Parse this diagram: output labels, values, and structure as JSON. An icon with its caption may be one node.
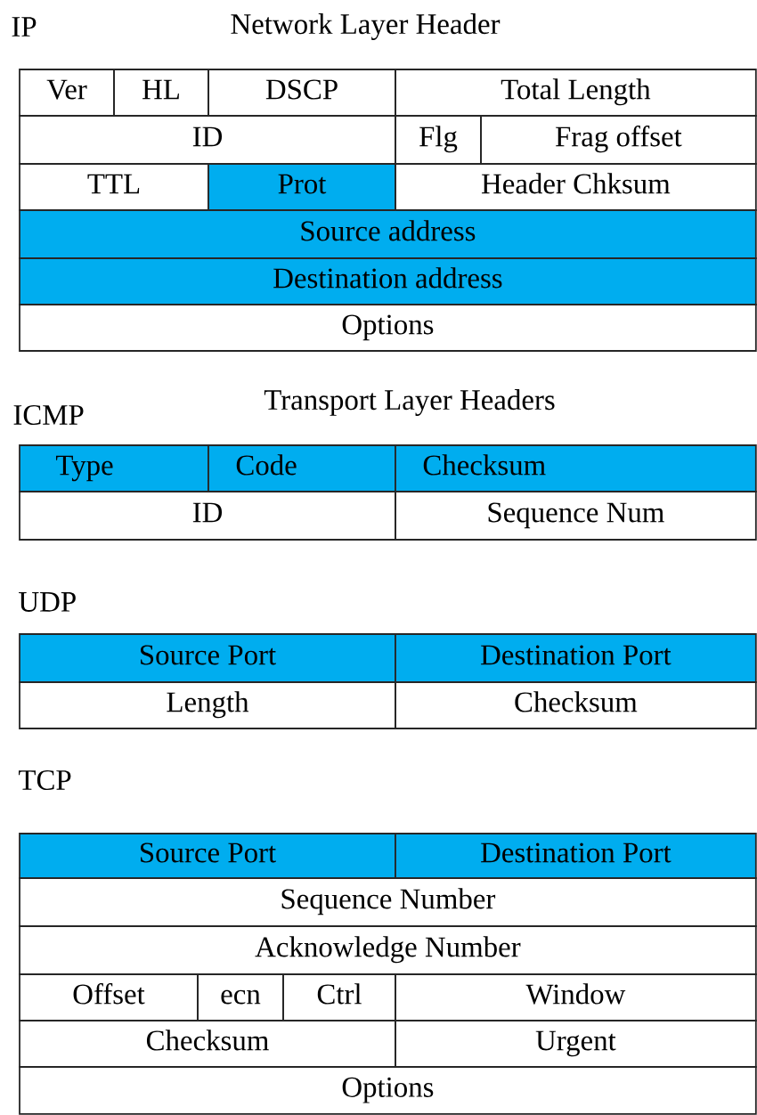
{
  "diagram": {
    "labels": [
      "IP",
      "Network Layer Header",
      "Ver",
      "HL",
      "DSCP",
      "Total Length",
      "ID",
      "Flg",
      "Frag offset",
      "TTL",
      "Prot",
      "Header Chksum",
      "Source address",
      "Destination address",
      "Options",
      "Transport Layer Headers",
      "ICMP",
      "Type",
      "Code",
      "Checksum",
      "ID",
      "Sequence Num",
      "UDP",
      "Source Port",
      "Destination Port",
      "Length",
      "Checksum",
      "TCP",
      "Source Port",
      "Destination Port",
      "Sequence Number",
      "Acknowledge Number",
      "Offset",
      "ecn",
      "Ctrl",
      "Window",
      "Checksum",
      "Urgent",
      "Options"
    ]
  }
}
